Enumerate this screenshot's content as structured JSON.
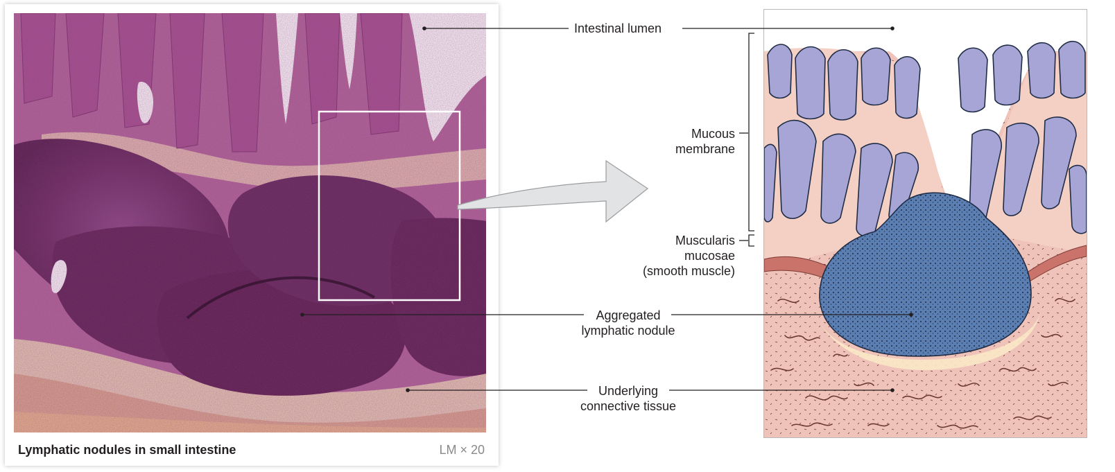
{
  "photo": {
    "caption": "Lymphatic nodules in small intestine",
    "magnification": "LM × 20"
  },
  "labels": {
    "intestinal_lumen": "Intestinal lumen",
    "mucous_membrane": [
      "Mucous",
      "membrane"
    ],
    "muscularis_mucosae": [
      "Muscularis",
      "mucosae",
      "(smooth muscle)"
    ],
    "aggregated_nodule": [
      "Aggregated",
      "lymphatic nodule"
    ],
    "connective_tissue": [
      "Underlying",
      "connective tissue"
    ]
  },
  "colors": {
    "stain_dark": "#5a1f4e",
    "stain_mid": "#9a4a83",
    "stain_light": "#e7c9b6",
    "drawing_tissue": "#efc3b9",
    "drawing_epithelium": "#a6a5d6",
    "drawing_nodule": "#5b7fb3",
    "drawing_muscle": "#c9736a"
  }
}
